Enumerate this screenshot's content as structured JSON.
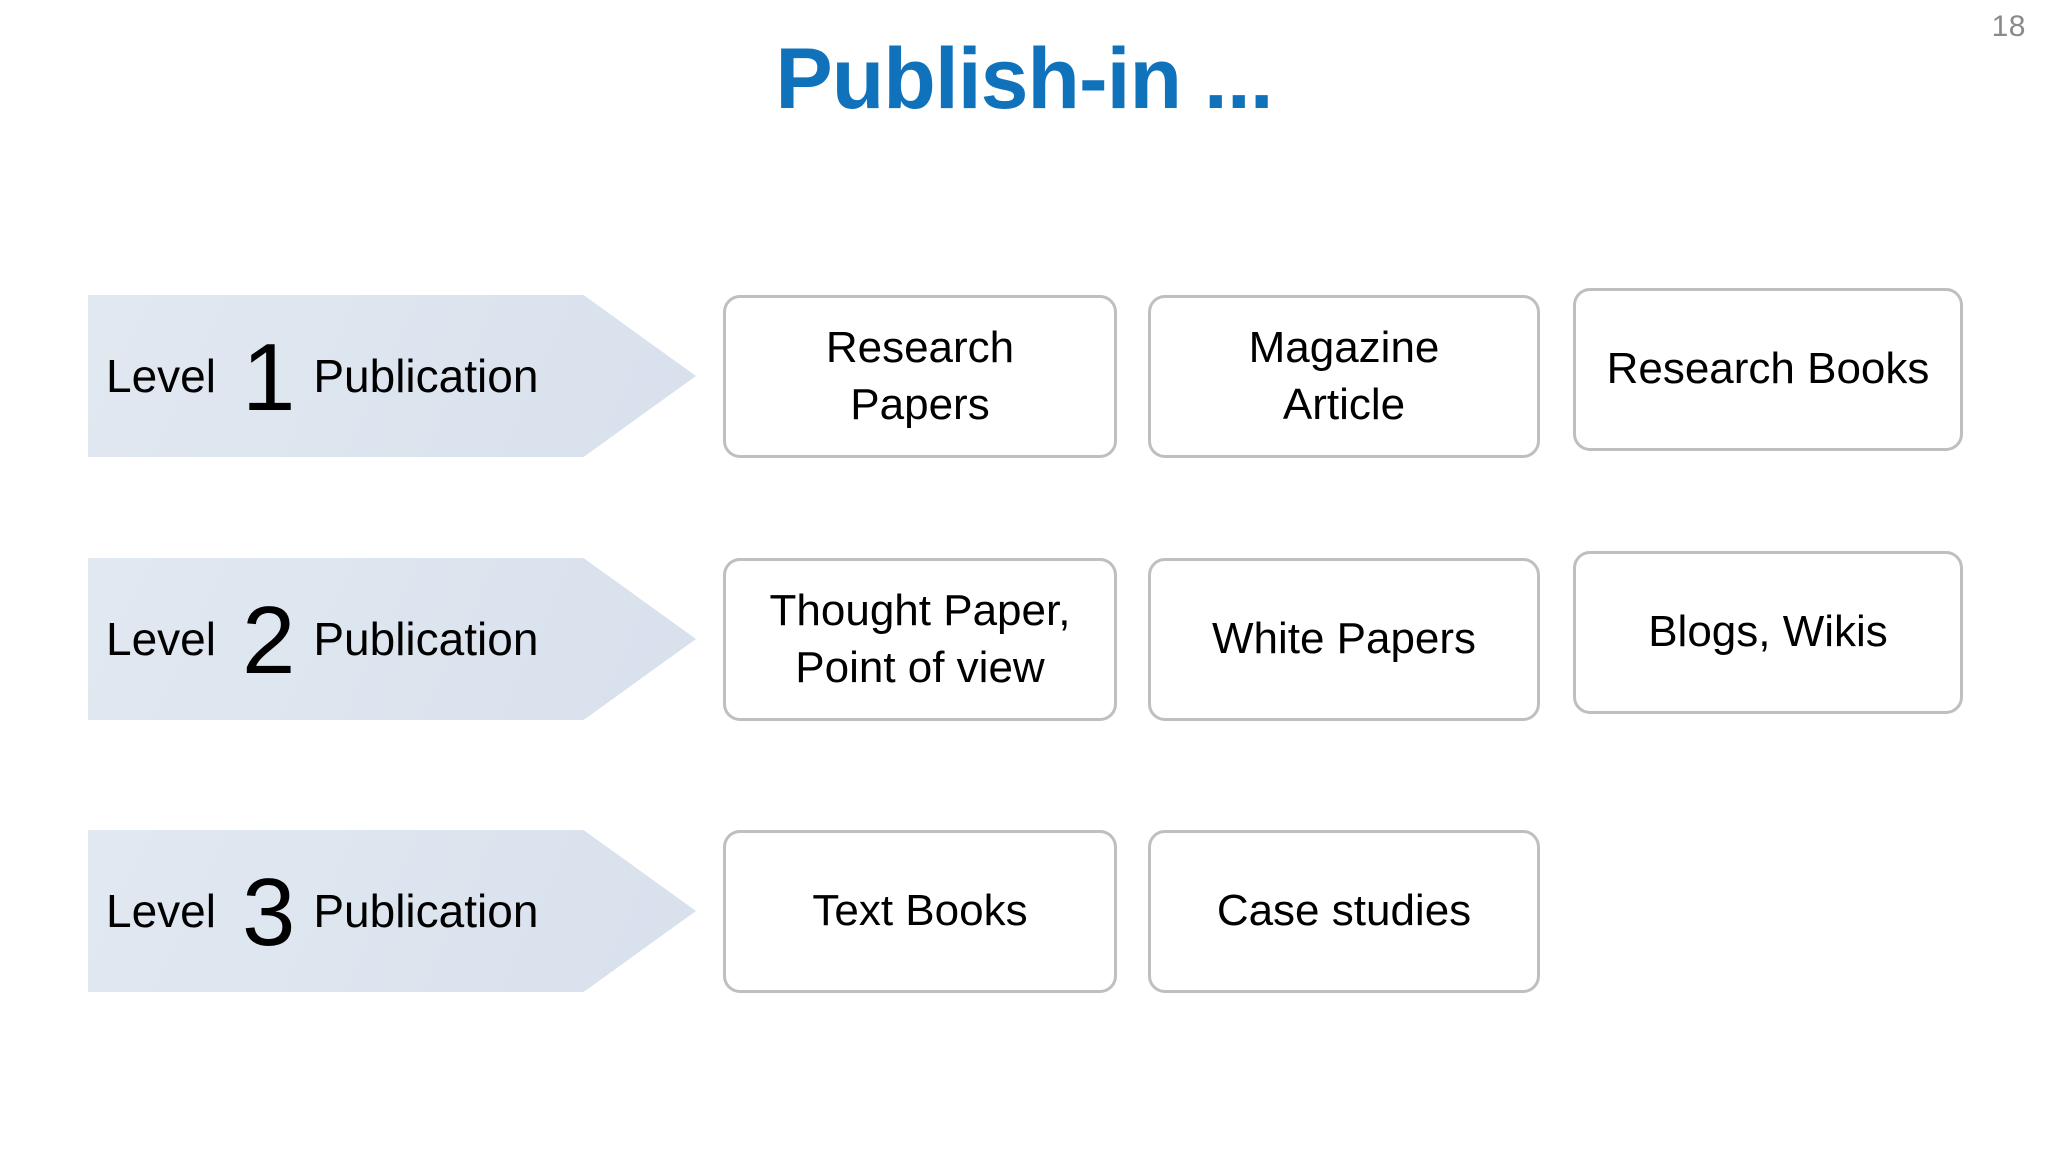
{
  "slide": {
    "number": "18",
    "title": "Publish-in ...",
    "accent_color": "#1072BA",
    "arrow_fill_color": "#DDE5EF",
    "card_border_color": "#BFBFBF",
    "background_color": "#FFFFFF",
    "slide_number_color": "#8A8A8A"
  },
  "rows": [
    {
      "level_prefix": "Level",
      "level_number": "1",
      "level_suffix": "Publication",
      "cards": [
        {
          "text": "Research\nPapers"
        },
        {
          "text": "Magazine\nArticle"
        },
        {
          "text": "Research Books"
        }
      ]
    },
    {
      "level_prefix": "Level",
      "level_number": "2",
      "level_suffix": "Publication",
      "cards": [
        {
          "text": "Thought Paper,\nPoint of view"
        },
        {
          "text": "White Papers"
        },
        {
          "text": "Blogs, Wikis"
        }
      ]
    },
    {
      "level_prefix": "Level",
      "level_number": "3",
      "level_suffix": "Publication",
      "cards": [
        {
          "text": "Text Books"
        },
        {
          "text": "Case studies"
        }
      ]
    }
  ]
}
